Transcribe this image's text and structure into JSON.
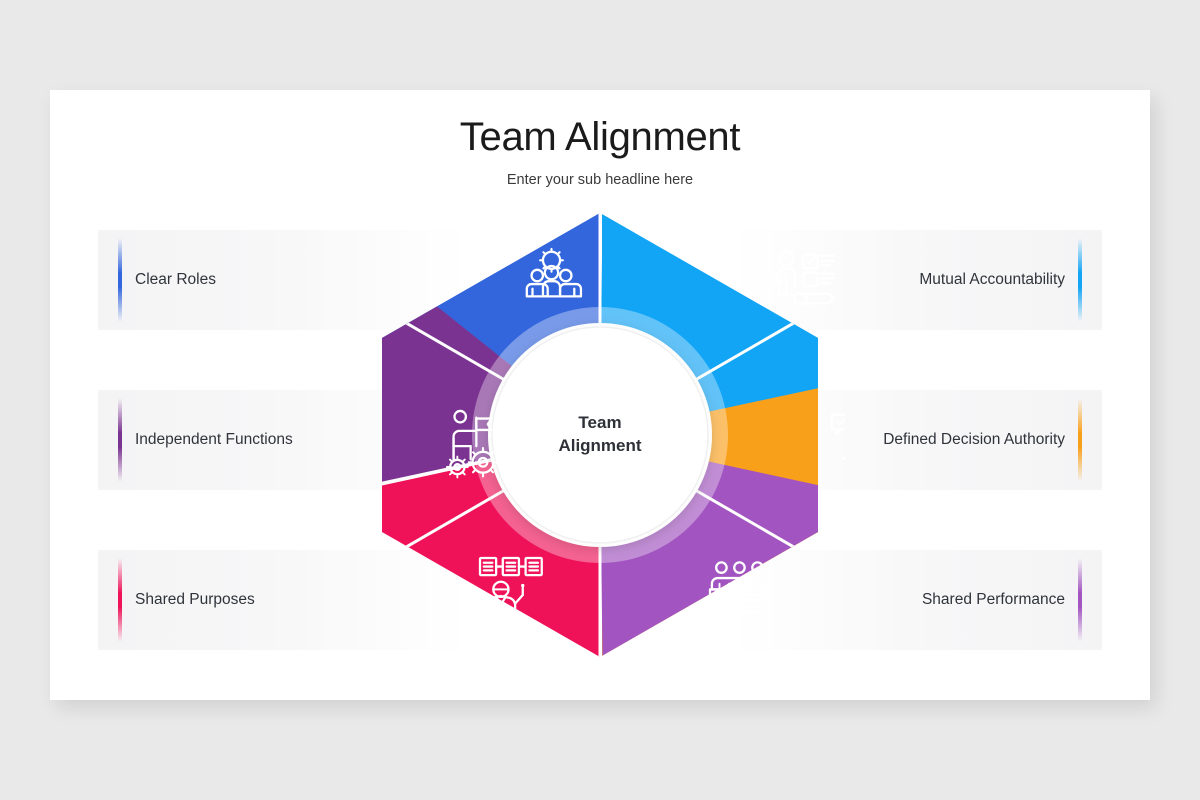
{
  "header": {
    "title": "Team Alignment",
    "subtitle": "Enter your sub headline here"
  },
  "center": {
    "line1": "Team",
    "line2": "Alignment"
  },
  "segments": [
    {
      "id": "clear-roles",
      "label": "Clear Roles",
      "color": "#3366DD",
      "ring_color": "#6b93e8",
      "icon": "people-gear-icon",
      "position": "top-left",
      "side": "left"
    },
    {
      "id": "mutual-accountability",
      "label": "Mutual Accountability",
      "color": "#12A4F5",
      "ring_color": "#5cc2f8",
      "icon": "person-checklist-pencil-icon",
      "position": "top-right",
      "side": "right"
    },
    {
      "id": "defined-decision-authority",
      "label": "Defined Decision Authority",
      "color": "#F9A01B",
      "ring_color": "#fbbe62",
      "icon": "podium-decision-gear-icon",
      "position": "right",
      "side": "right"
    },
    {
      "id": "shared-performance",
      "label": "Shared Performance",
      "color": "#A254C0",
      "ring_color": "#bd86d2",
      "icon": "team-desk-icon",
      "position": "bottom-right",
      "side": "right"
    },
    {
      "id": "shared-purposes",
      "label": "Shared Purposes",
      "color": "#EF1259",
      "ring_color": "#f4588b",
      "icon": "presenter-orgchart-icon",
      "position": "bottom-left",
      "side": "left"
    },
    {
      "id": "independent-functions",
      "label": "Independent Functions",
      "color": "#7B3391",
      "ring_color": "#a070b2",
      "icon": "person-flag-gears-icon",
      "position": "left",
      "side": "left"
    }
  ],
  "colors": {
    "slide_background": "#ffffff",
    "page_background": "#e9e9ea",
    "title_text": "#1b1b1b",
    "label_text": "#30343a",
    "center_text": "#2e3238"
  }
}
